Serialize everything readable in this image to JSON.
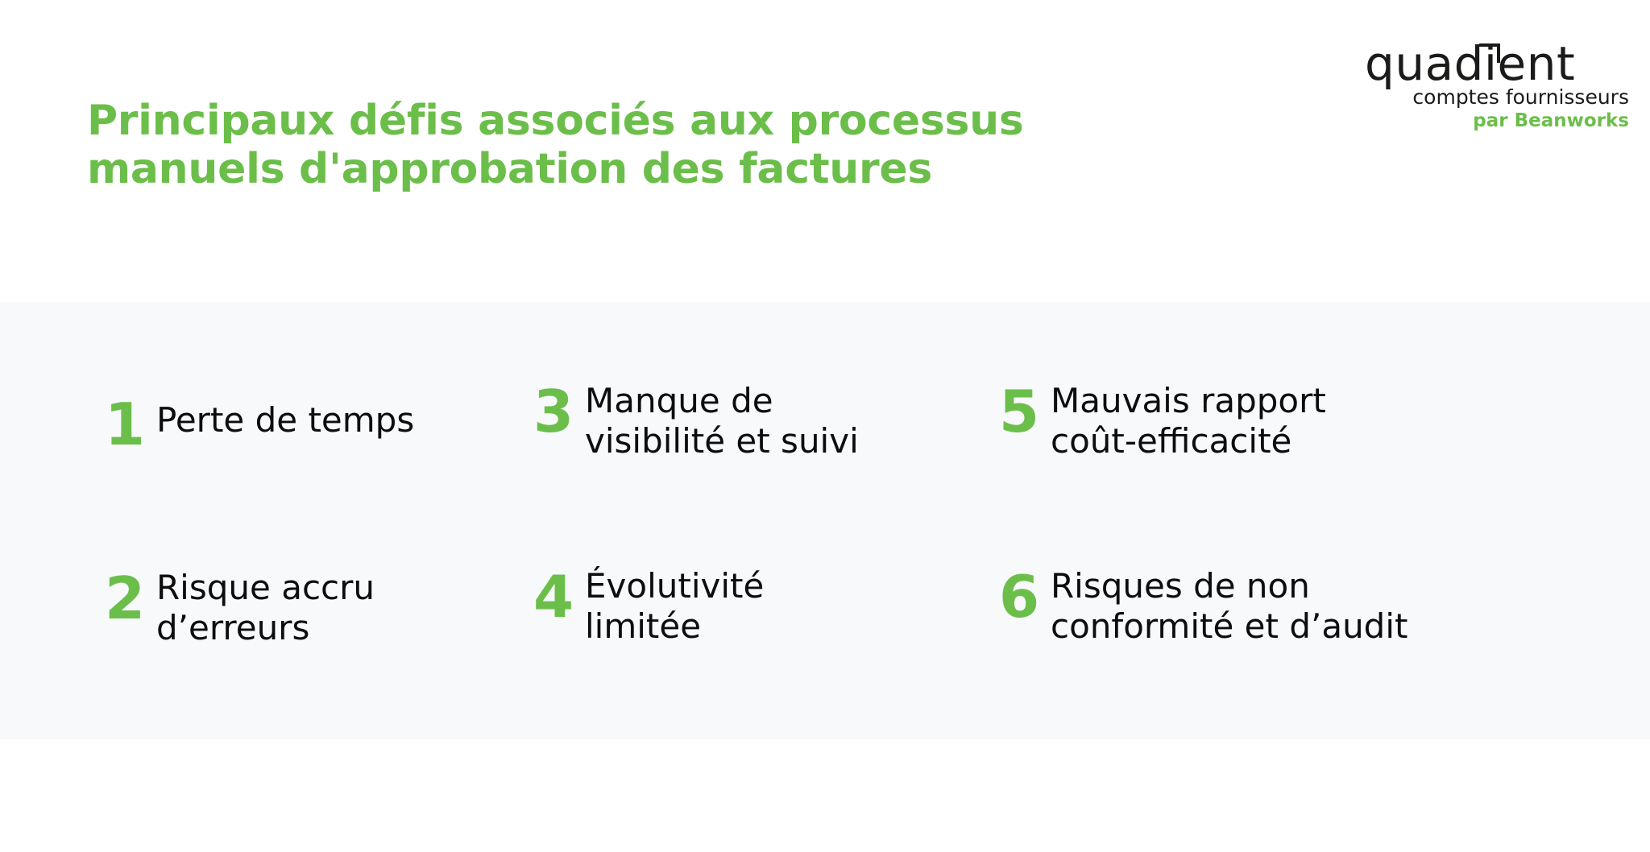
{
  "slide": {
    "title": "Principaux défis associés aux processus\nmanuels d'approbation des factures",
    "background_color": "#FFFFFF",
    "panel_color": "#F7F9FB",
    "accent_color": "#6CBE4A",
    "text_color": "#0D0D0D"
  },
  "logo": {
    "wordmark": "quadient",
    "subtitle": "comptes fournisseurs",
    "byline": "par Beanworks",
    "byline_color": "#6CBE4A",
    "wordmark_color": "#1B1B19"
  },
  "challenges": [
    {
      "number": "1",
      "label": "Perte de temps"
    },
    {
      "number": "2",
      "label": "Risque accru\nd’erreurs"
    },
    {
      "number": "3",
      "label": "Manque de\nvisibilité et suivi"
    },
    {
      "number": "4",
      "label": "Évolutivité\nlimitée"
    },
    {
      "number": "5",
      "label": "Mauvais rapport\ncoût-efficacité"
    },
    {
      "number": "6",
      "label": "Risques de non\nconformité et d’audit"
    }
  ]
}
